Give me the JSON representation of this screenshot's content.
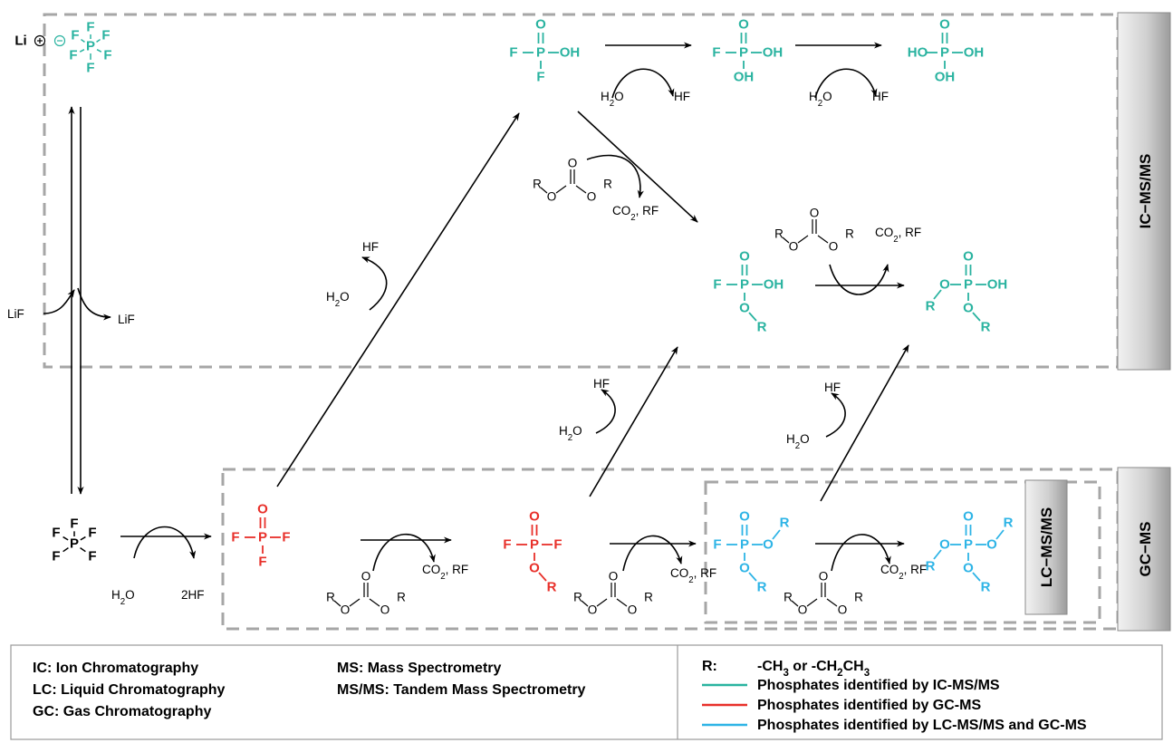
{
  "colors": {
    "ic": "#2ab3a0",
    "gc": "#e8302a",
    "lc": "#2eb4e6",
    "black": "#000000",
    "dash": "#a6a6a6"
  },
  "side_labels": {
    "ic": "IC−MS/MS",
    "gc": "GC−MS",
    "lc": "LC−MS/MS"
  },
  "species": {
    "li": "Li",
    "f": "F",
    "p": "P",
    "o": "O",
    "r": "R",
    "oh": "OH",
    "ho": "HO"
  },
  "reagents": {
    "h2o": "H2O",
    "hf": "HF",
    "two_hf": "2HF",
    "lif": "LiF",
    "co2_rf": "CO2, RF"
  },
  "legend": {
    "left": [
      "IC: Ion Chromatography",
      "LC: Liquid Chromatography",
      "GC: Gas Chromatography"
    ],
    "middle": [
      "MS: Mass Spectrometry",
      "MS/MS: Tandem Mass Spectrometry"
    ],
    "r_label": "R:",
    "r_value": "-CH3 or -CH2CH3",
    "entries": [
      {
        "color": "#2ab3a0",
        "text": "Phosphates identified by IC-MS/MS"
      },
      {
        "color": "#e8302a",
        "text": "Phosphates identified by GC-MS"
      },
      {
        "color": "#2eb4e6",
        "text": "Phosphates identified by LC-MS/MS and GC-MS"
      }
    ]
  }
}
